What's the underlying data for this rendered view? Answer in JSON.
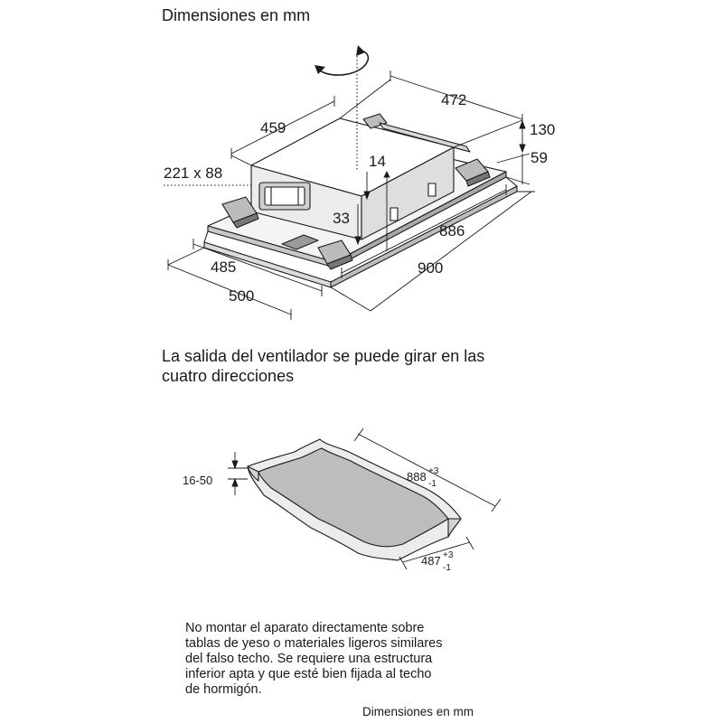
{
  "top": {
    "title": "Dimensiones en mm",
    "labels": {
      "d472": "472",
      "d459": "459",
      "d130": "130",
      "d59": "59",
      "d14": "14",
      "d221x88": "221 x 88",
      "d33": "33",
      "d886": "886",
      "d485": "485",
      "d900": "900",
      "d500": "500"
    }
  },
  "middle": {
    "caption_line1": "La salida del ventilador se puede girar en las",
    "caption_line2": "cuatro direcciones"
  },
  "cutout": {
    "thickness": "16-50",
    "length": "888",
    "length_tol_plus": "+3",
    "length_tol_minus": "-1",
    "width": "487",
    "width_tol_plus": "+3",
    "width_tol_minus": "-1"
  },
  "note": "No montar el aparato directamente sobre\ntablas de yeso o materiales ligeros similares\ndel falso techo. Se requiere una estructura\ninferior apta y que esté bien fijada al techo\nde hormigón.",
  "footer": "Dimensiones en mm",
  "colors": {
    "line": "#1a1a1a",
    "fill_light": "#f2f2f2",
    "fill_mid": "#d0d0d0",
    "fill_dark": "#9a9a9a"
  }
}
